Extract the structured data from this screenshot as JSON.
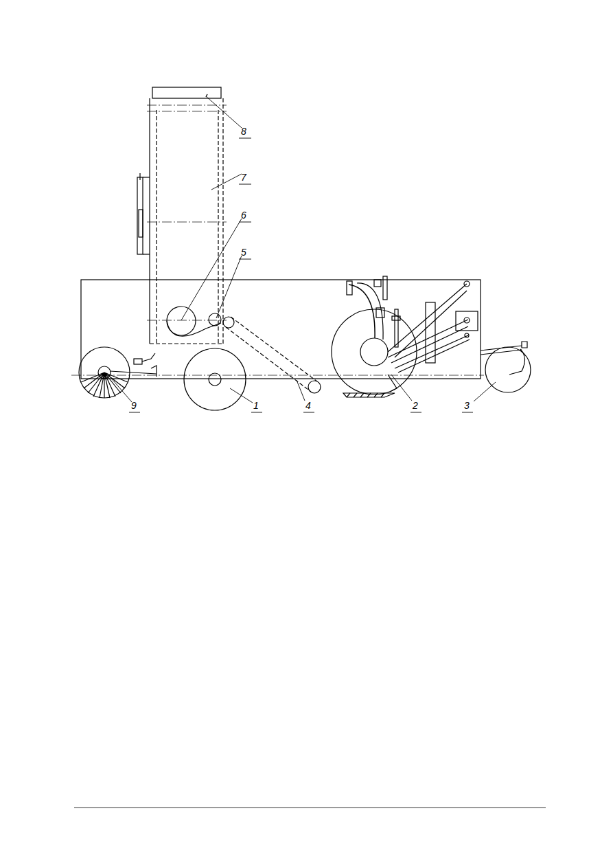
{
  "diagram": {
    "labels": [
      "8",
      "7",
      "6",
      "5",
      "9",
      "1",
      "4",
      "2",
      "3"
    ]
  }
}
